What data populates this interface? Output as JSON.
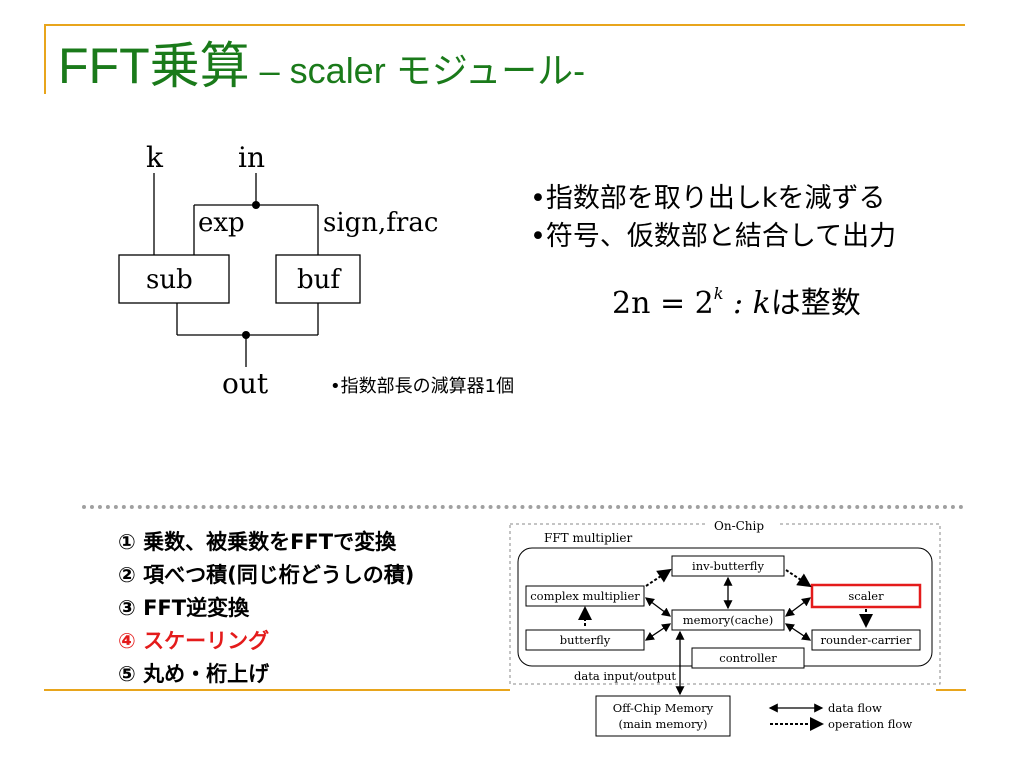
{
  "title": {
    "main": "FFT乗算",
    "sub": " – scaler モジュール-"
  },
  "circuit": {
    "labels": {
      "k": "k",
      "in": "in",
      "exp": "exp",
      "signfrac": "sign,frac",
      "sub": "sub",
      "buf": "buf",
      "out": "out"
    }
  },
  "bullets": [
    "•指数部を取り出しkを減ずる",
    "•符号、仮数部と結合して出力"
  ],
  "formula": {
    "lhs": "2n = 2",
    "sup": "k",
    "rhs_var": " : k",
    "rhs_text": "は整数"
  },
  "note": "•指数部長の減算器1個",
  "steps": [
    {
      "text": "① 乗数、被乗数をFFTで変換",
      "highlight": false
    },
    {
      "text": "② 項べつ積(同じ桁どうしの積)",
      "highlight": false
    },
    {
      "text": "③ FFT逆変換",
      "highlight": false
    },
    {
      "text": "④ スケーリング",
      "highlight": true
    },
    {
      "text": "⑤ 丸め・桁上げ",
      "highlight": false
    }
  ],
  "arch": {
    "onchip": "On-Chip",
    "fft_multiplier": "FFT multiplier",
    "inv_butterfly": "inv-butterfly",
    "complex_multiplier": "complex multiplier",
    "scaler": "scaler",
    "memory": "memory(cache)",
    "butterfly": "butterfly",
    "rounder_carrier": "rounder-carrier",
    "controller": "controller",
    "data_io": "data input/output",
    "offchip": "Off-Chip Memory",
    "main_memory": "(main memory)",
    "legend_data": "data flow",
    "legend_op": "operation flow",
    "highlight_color": "#e41b1b"
  },
  "colors": {
    "title": "#1a7a1a",
    "accent_line": "#e8a51c",
    "highlight": "#e41b1b"
  }
}
